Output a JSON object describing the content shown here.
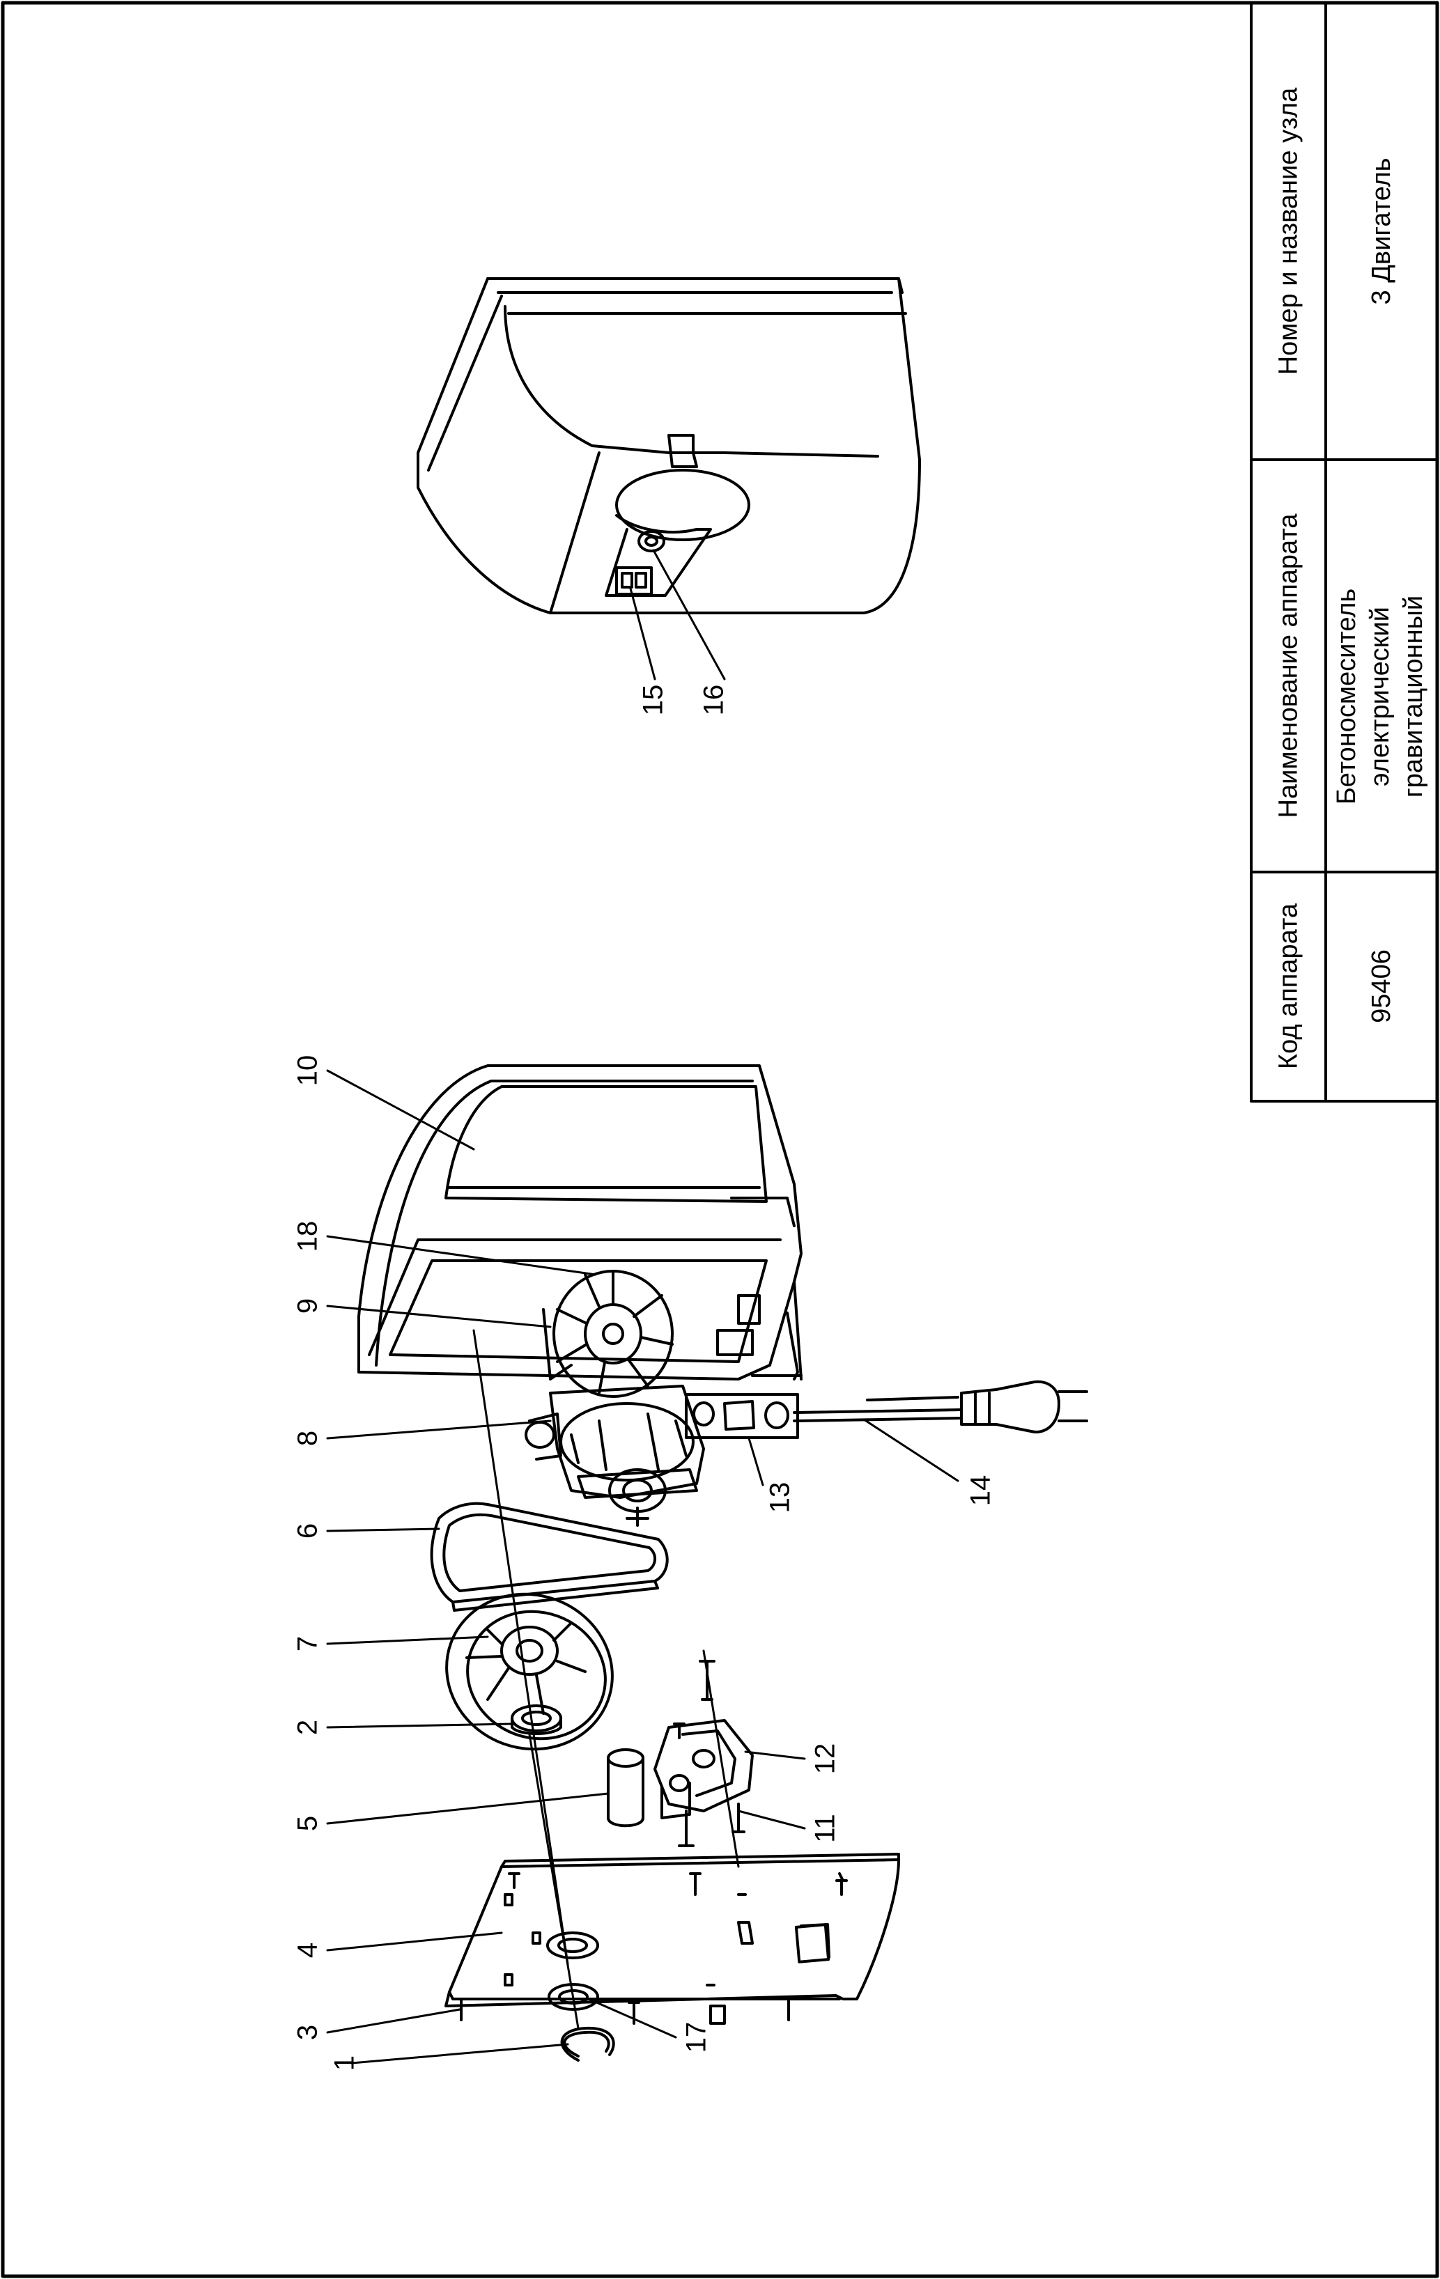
{
  "title_block": {
    "code_header": "Код аппарата",
    "code_value": "95406",
    "name_header": "Наименование аппарата",
    "name_lines": [
      "Бетоносмеситель",
      "электрический",
      "гравитационный"
    ],
    "unit_header": "Номер и название узла",
    "unit_value": "3 Двигатель"
  },
  "parts": [
    "1",
    "2",
    "3",
    "4",
    "5",
    "6",
    "7",
    "8",
    "9",
    "10",
    "11",
    "12",
    "13",
    "14",
    "15",
    "16",
    "17",
    "18"
  ]
}
